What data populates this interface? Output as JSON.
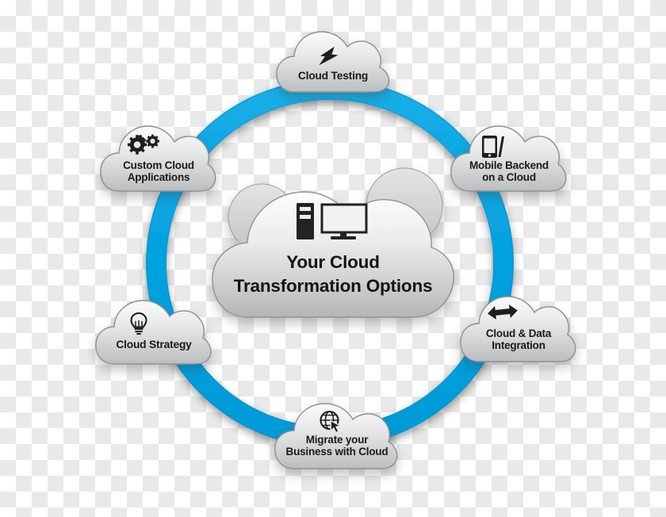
{
  "diagram": {
    "title": "Your Cloud Transformation Options",
    "center": {
      "label": "Your Cloud\nTransformation Options",
      "icon": "desktop-computer-icon"
    },
    "ring": {
      "color": "#07A3E0",
      "shadow_color": "#1b6f93",
      "shape": "circle"
    },
    "cloud_fill": {
      "top": "#fbfbfb",
      "bottom": "#b8b9ba",
      "edge": "#8d8e90"
    },
    "nodes": [
      {
        "id": "cloud-testing",
        "label": "Cloud Testing",
        "icon": "lightning-bolt-icon",
        "position": "top"
      },
      {
        "id": "custom-cloud-applications",
        "label": "Custom Cloud\nApplications",
        "icon": "gears-icon",
        "position": "upper-left"
      },
      {
        "id": "mobile-backend-on-a-cloud",
        "label": "Mobile Backend\non a Cloud",
        "icon": "smartphone-icon",
        "position": "upper-right"
      },
      {
        "id": "cloud-and-data-integration",
        "label": "Cloud & Data\nIntegration",
        "icon": "double-arrow-icon",
        "position": "lower-right"
      },
      {
        "id": "cloud-strategy",
        "label": "Cloud Strategy",
        "icon": "lightbulb-icon",
        "position": "lower-left"
      },
      {
        "id": "migrate-your-business-with-cloud",
        "label": "Migrate your\nBusiness with Cloud",
        "icon": "globe-cursor-icon",
        "position": "bottom"
      }
    ]
  }
}
